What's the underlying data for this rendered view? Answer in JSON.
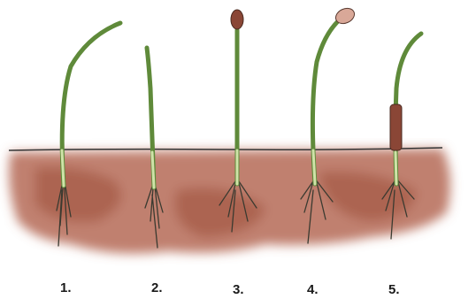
{
  "seedlings": [
    {
      "number_label": "1.",
      "seed_coat": "none"
    },
    {
      "number_label": "2.",
      "seed_coat": "none"
    },
    {
      "number_label": "3.",
      "seed_coat": "dark-red-tip"
    },
    {
      "number_label": "4.",
      "seed_coat": "pale-pink-tip"
    },
    {
      "number_label": "5.",
      "seed_coat": "dark-red-sheath"
    }
  ],
  "colors": {
    "soil": "#b56a55",
    "soil_dark": "#9c4f3c",
    "stem": "#5f8a3a",
    "stem_light": "#cfe3a8",
    "root": "#3a3a30",
    "coat_dark": "#8a4636",
    "coat_light": "#d9a898",
    "ground_line": "#333333"
  }
}
